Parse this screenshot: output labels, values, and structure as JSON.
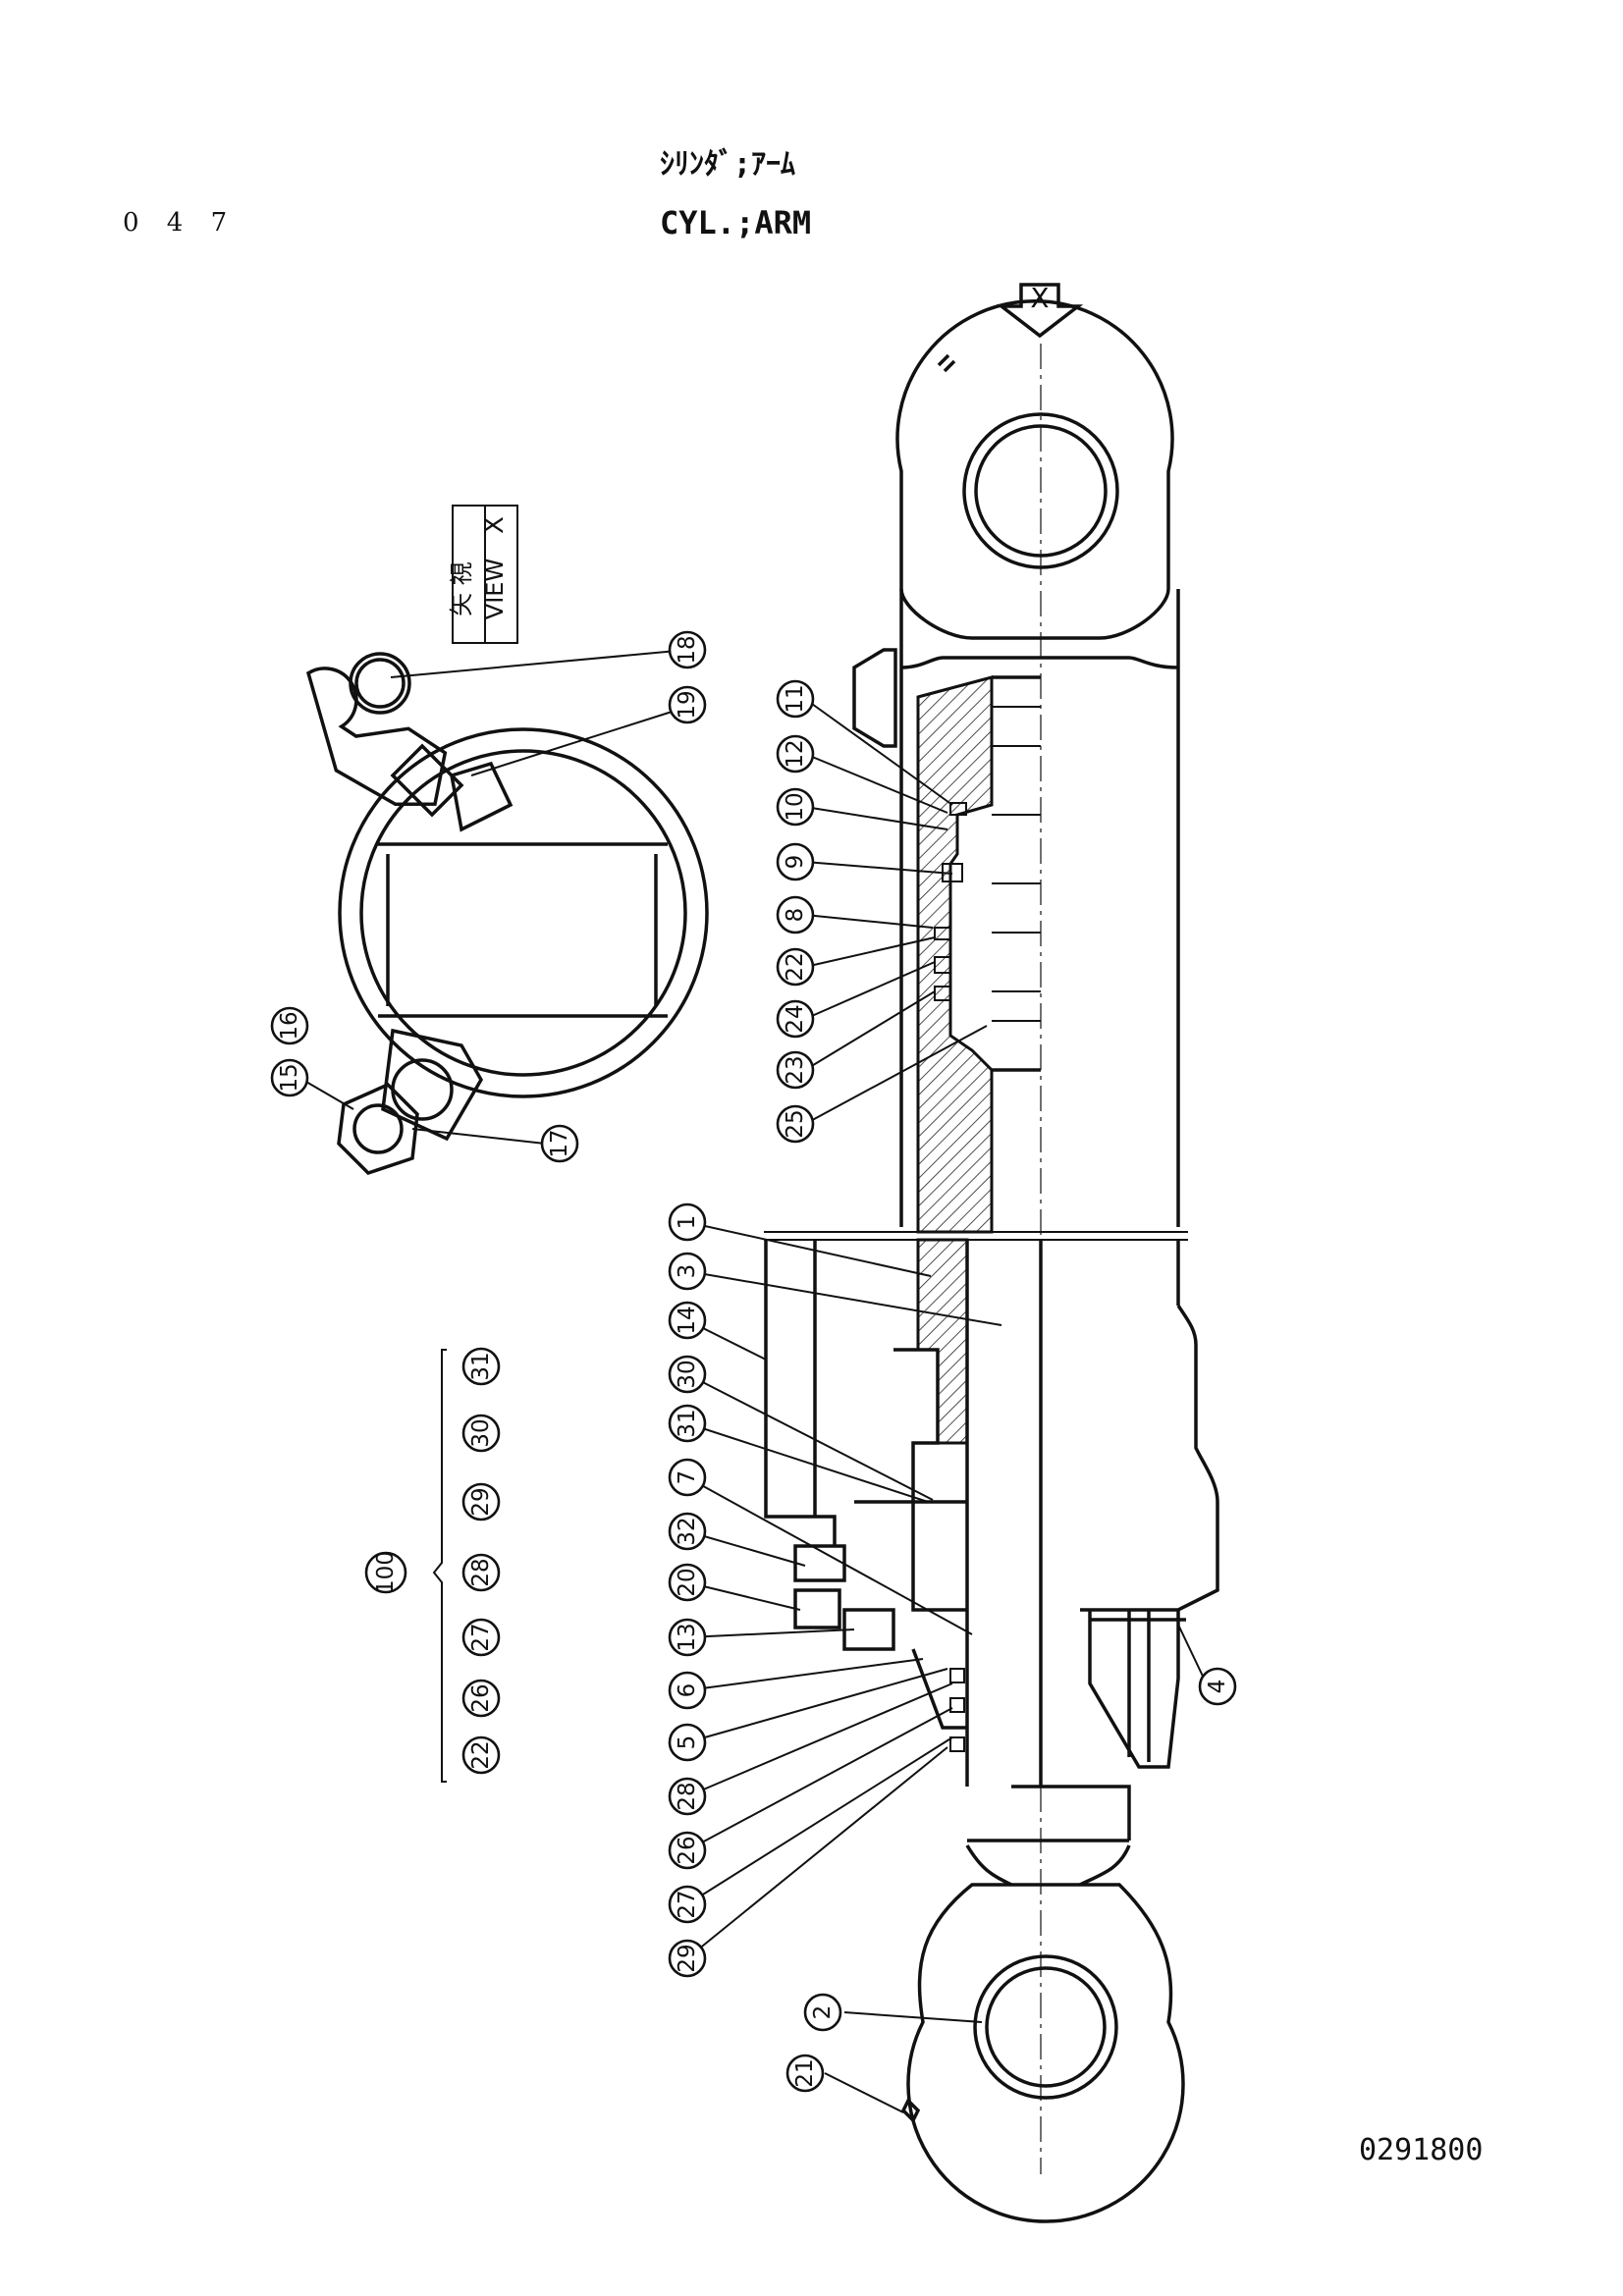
{
  "page_number": "0 4 7",
  "title_jp": "ｼﾘﾝﾀﾞ;ｱｰﾑ",
  "title_en": "CYL.;ARM",
  "view_label": {
    "jp": "矢 視",
    "en": "VIEW",
    "letter": "X"
  },
  "view_marker": "X",
  "drawing_code": "0291800",
  "kit_group": {
    "label": "100",
    "items": [
      "22",
      "26",
      "27",
      "28",
      "29",
      "30",
      "31"
    ]
  },
  "callouts": [
    "1",
    "2",
    "3",
    "4",
    "5",
    "6",
    "7",
    "8",
    "9",
    "10",
    "11",
    "12",
    "13",
    "14",
    "15",
    "16",
    "17",
    "18",
    "19",
    "20",
    "21",
    "22",
    "23",
    "24",
    "25",
    "26",
    "27",
    "28",
    "29",
    "30",
    "31",
    "32"
  ]
}
